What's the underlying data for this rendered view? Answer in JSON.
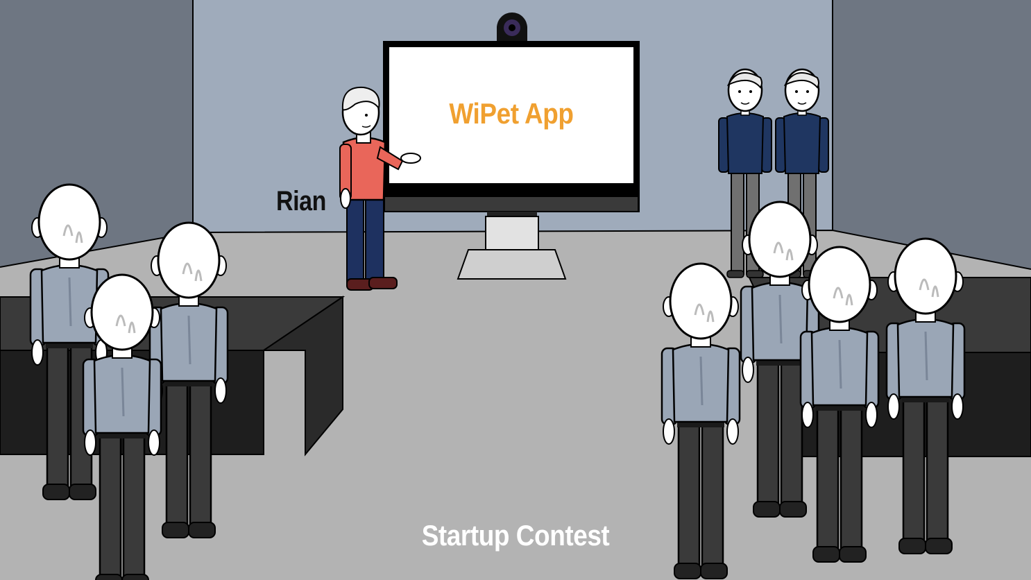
{
  "scene": {
    "screen_title": "WiPet App",
    "presenter_name": "Rian",
    "caption": "Startup Contest"
  },
  "colors": {
    "back_wall": "#9fabbb",
    "side_wall": "#6e7682",
    "floor": "#b3b3b3",
    "table": "#2a2a2a",
    "screen_title": "#f0a030",
    "presenter_shirt": "#e9665a",
    "presenter_pants": "#1e3160",
    "judge_shirt": "#1f3661",
    "judge_pants": "#707070",
    "audience_shirt": "#9aa6b6",
    "audience_pants": "#3a3a3a",
    "caption_text": "#ffffff"
  }
}
